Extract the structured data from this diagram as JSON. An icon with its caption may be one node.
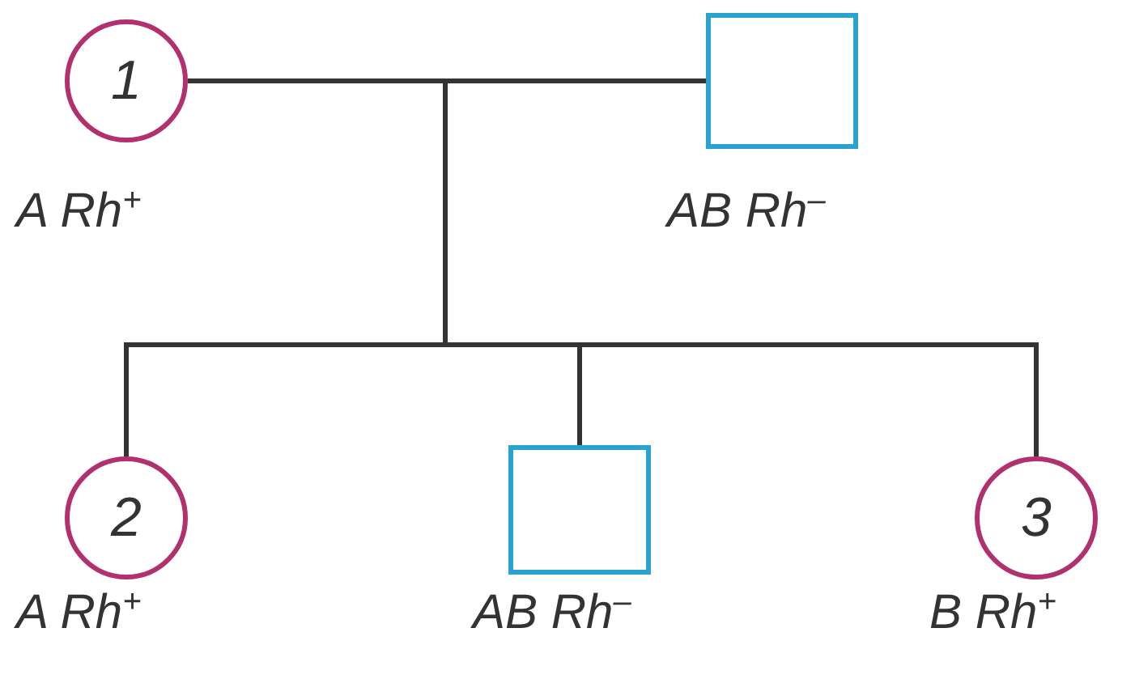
{
  "diagram": {
    "nodes": [
      {
        "text": [
          "1"
        ],
        "beside": [
          "A Rh$^{+}$"
        ]
      },
      {
        "text": [],
        "shape": "box",
        "beside": [
          "AB Rh$^{–}$"
        ]
      },
      {
        "text": [
          "2"
        ],
        "beside": [
          "A Rh$^{+}$"
        ]
      },
      {
        "text": [],
        "shape": "box",
        "beside": [
          "AB Rh$^{–}$"
        ]
      },
      {
        "text": [
          "3"
        ],
        "beside": [
          "B Rh$^{+}$"
        ]
      }
    ],
    "edges": [
      {
        "from": 0,
        "to": 1,
        "arrow": "none"
      },
      {
        "from": 0,
        "to": 2,
        "arrow": "none"
      },
      {
        "from": 0,
        "to": 3,
        "arrow": "none"
      },
      {
        "from": 0,
        "to": 4,
        "arrow": "none"
      },
      {
        "from": 1,
        "to": 2,
        "arrow": "none"
      },
      {
        "from": 1,
        "to": 3,
        "arrow": "none"
      },
      {
        "from": 1,
        "to": 4,
        "arrow": "none"
      }
    ]
  }
}
